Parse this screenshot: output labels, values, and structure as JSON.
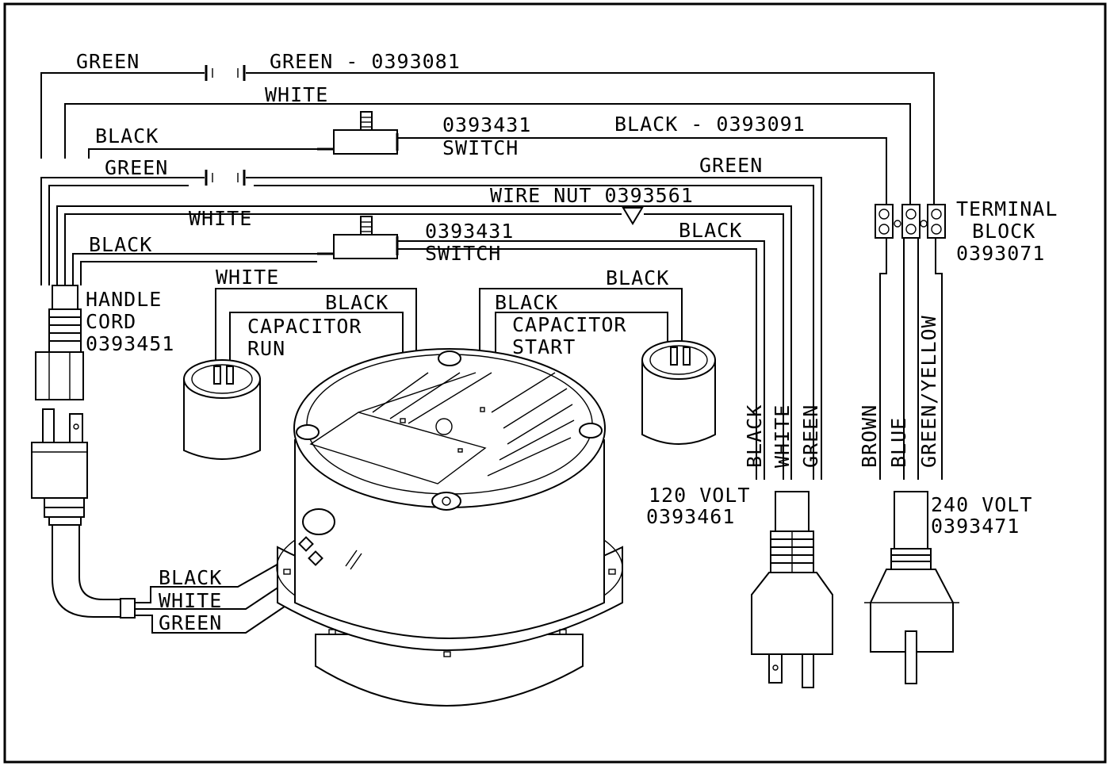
{
  "wiring": {
    "top_green_left": "GREEN",
    "top_green_part": "GREEN - 0393081",
    "top_white": "WHITE",
    "top_black": "BLACK",
    "switch1_part": "0393431",
    "switch1_label": "SWITCH",
    "black_part": "BLACK - 0393091",
    "green2_left": "GREEN",
    "green2_right": "GREEN",
    "wire_nut": "WIRE NUT 0393561",
    "white2": "WHITE",
    "black2_right": "BLACK",
    "black3_left": "BLACK",
    "switch2_part": "0393431",
    "switch2_label": "SWITCH",
    "terminal_block": [
      "TERMINAL",
      "BLOCK",
      "0393071"
    ],
    "handle_cord": [
      "HANDLE",
      "CORD",
      "0393451"
    ],
    "run_white": "WHITE",
    "run_black": "BLACK",
    "capacitor_run": [
      "CAPACITOR",
      "RUN"
    ],
    "start_black_top": "BLACK",
    "start_black": "BLACK",
    "capacitor_start": [
      "CAPACITOR",
      "START"
    ],
    "cord120_wires": [
      "BLACK",
      "WHITE",
      "GREEN"
    ],
    "cord240_wires": [
      "BROWN",
      "BLUE",
      "GREEN/YELLOW"
    ],
    "volt120": [
      "120 VOLT",
      "0393461"
    ],
    "volt240": [
      "240 VOLT",
      "0393471"
    ],
    "motor_leads": [
      "BLACK",
      "WHITE",
      "GREEN"
    ]
  }
}
